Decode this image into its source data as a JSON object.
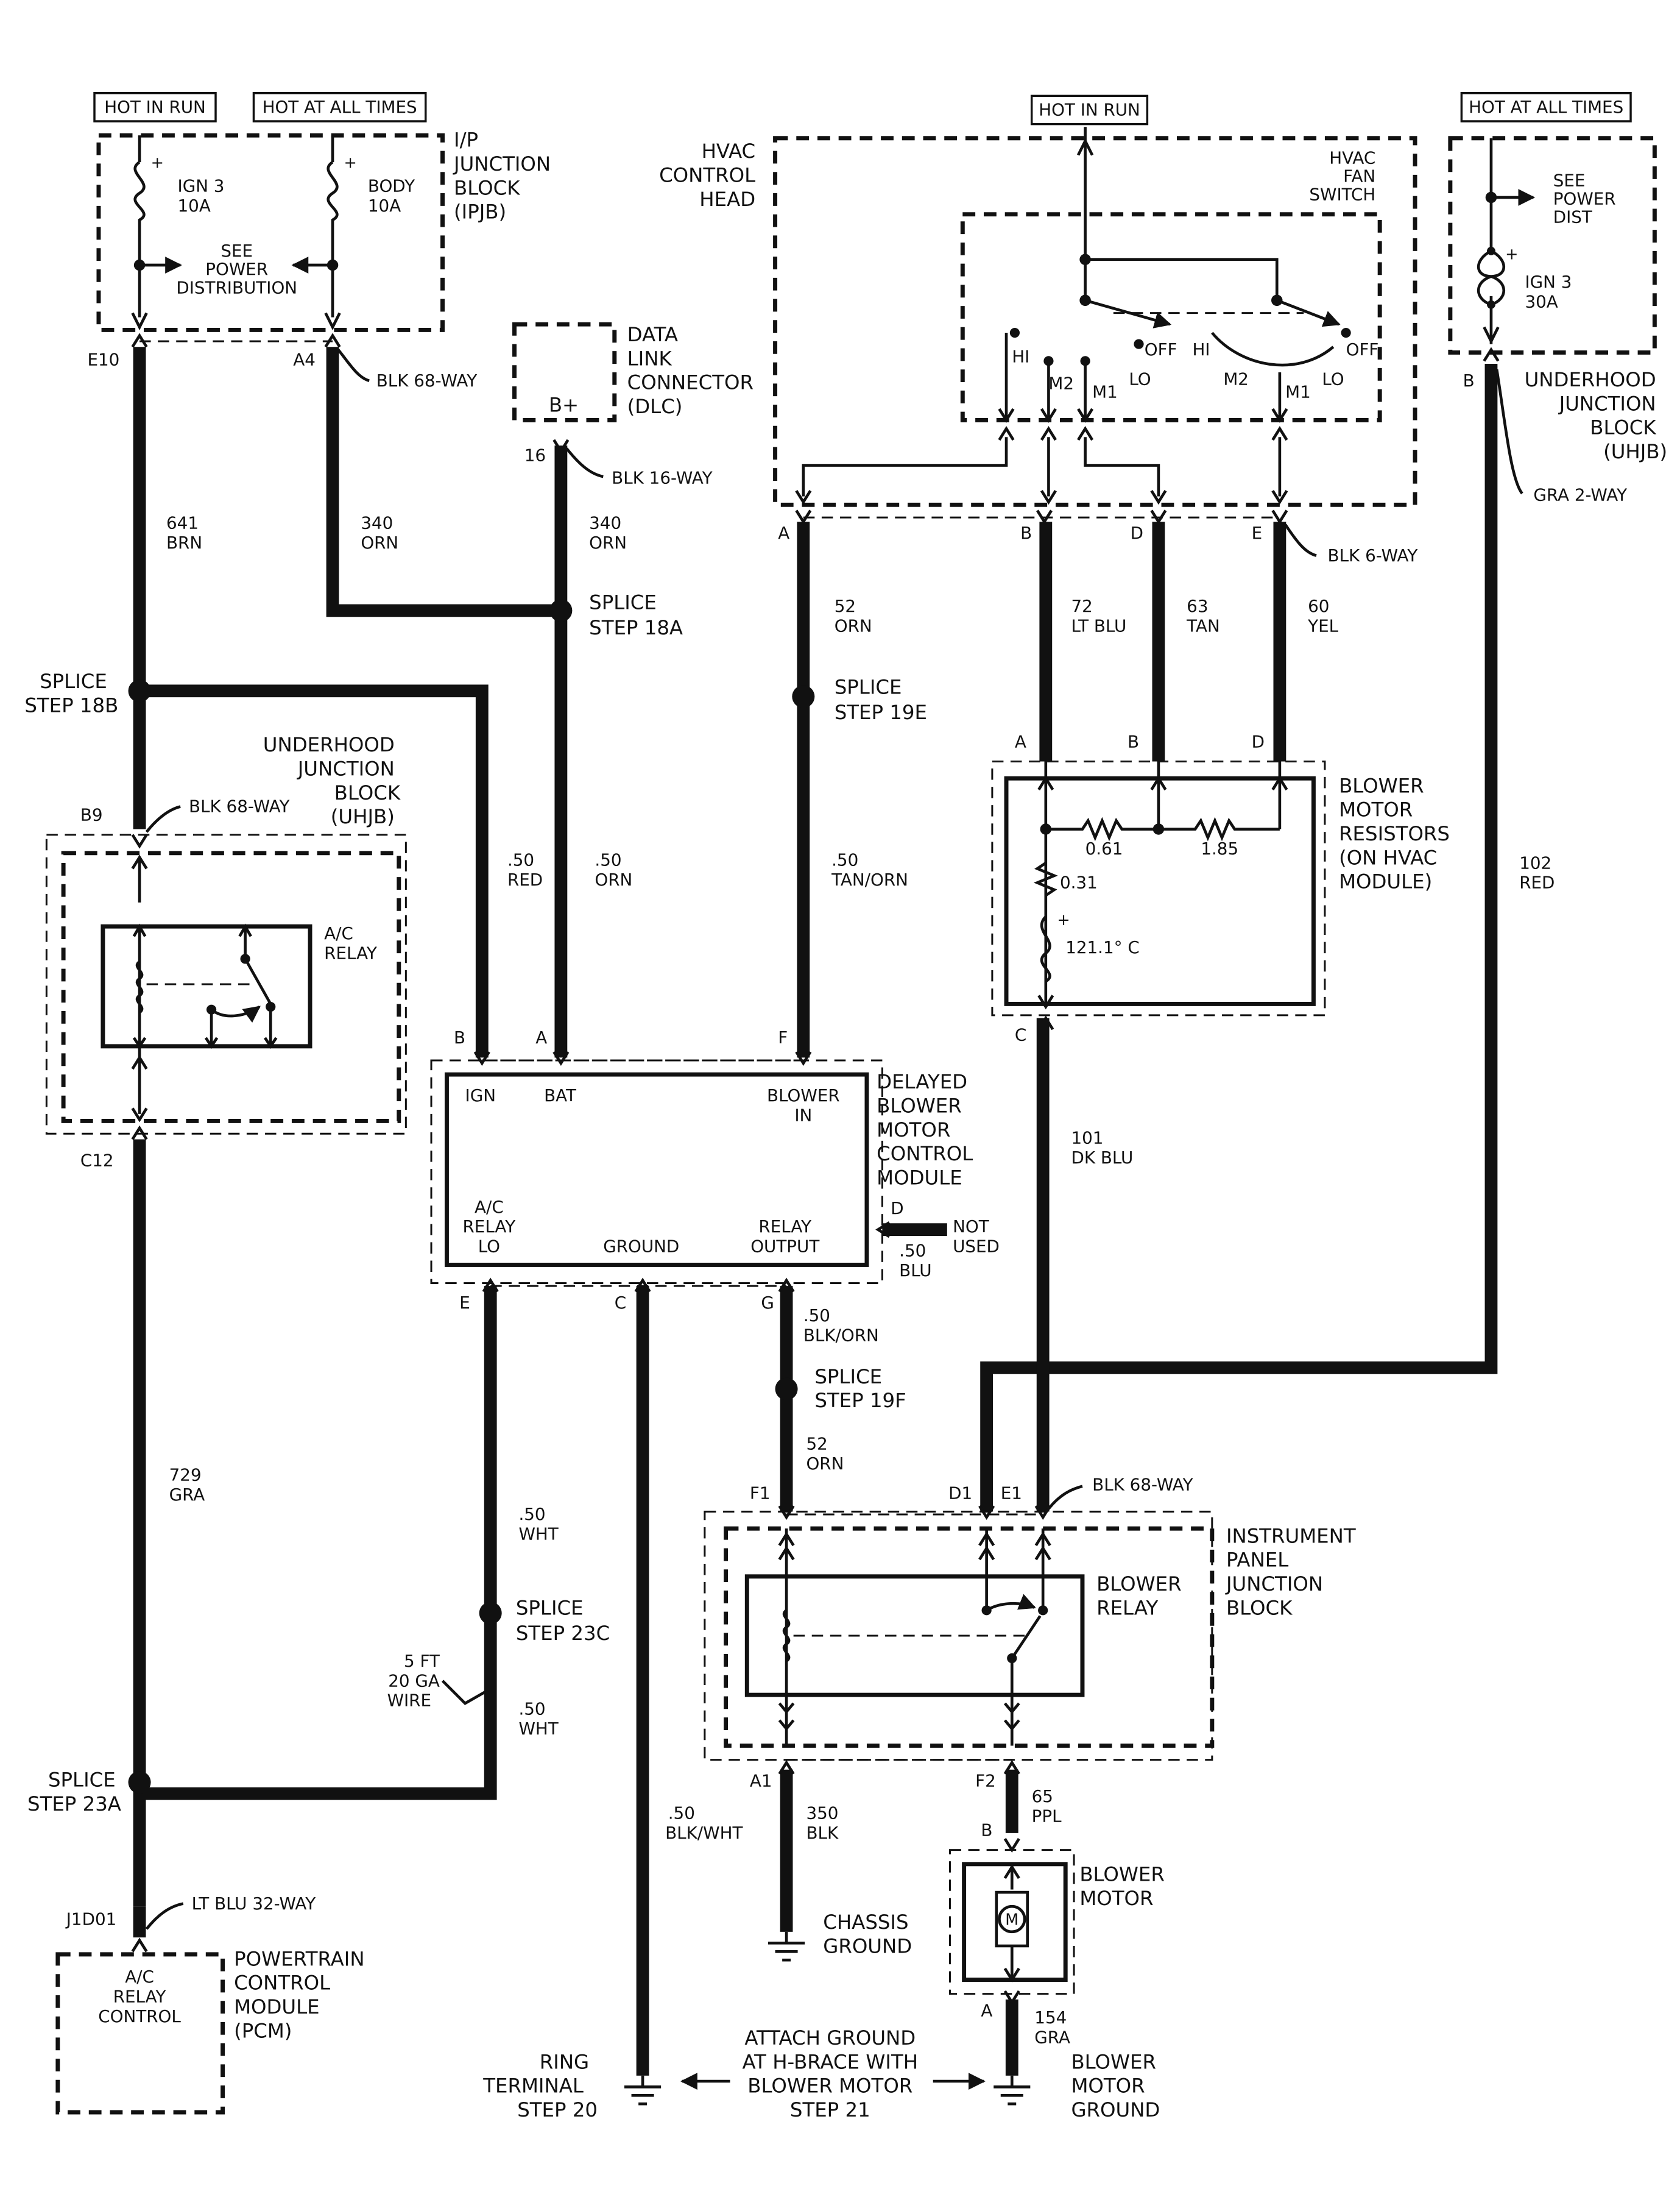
{
  "labels": {
    "hot_in_run_1": "HOT IN RUN",
    "hot_at_all_times_1": "HOT AT ALL TIMES",
    "hot_in_run_2": "HOT IN RUN",
    "hot_at_all_times_2": "HOT AT ALL TIMES",
    "ipjb_1": "I/P",
    "ipjb_2": "JUNCTION",
    "ipjb_3": "BLOCK",
    "ipjb_4": "(IPJB)",
    "ign3_name": "IGN 3",
    "ign3_amp": "10A",
    "body_name": "BODY",
    "body_amp": "10A",
    "see_pd_1": "SEE",
    "see_pd_2": "POWER",
    "see_pd_3": "DISTRIBUTION",
    "dlc_1": "DATA",
    "dlc_2": "LINK",
    "dlc_3": "CONNECTOR",
    "dlc_4": "(DLC)",
    "dlc_bplus": "B+",
    "hvac_head_1": "HVAC",
    "hvac_head_2": "CONTROL",
    "hvac_head_3": "HEAD",
    "fan_sw_1": "HVAC",
    "fan_sw_2": "FAN",
    "fan_sw_3": "SWITCH",
    "hi_1": "HI",
    "m2_1": "M2",
    "m1_1": "M1",
    "lo_1": "LO",
    "off_1": "OFF",
    "hi_2": "HI",
    "m2_2": "M2",
    "m1_2": "M1",
    "lo_2": "LO",
    "off_2": "OFF",
    "see_dist_1": "SEE",
    "see_dist_2": "POWER",
    "see_dist_3": "DIST",
    "ign3_30_name": "IGN 3",
    "ign3_30_amp": "30A",
    "uhjb_r_1": "UNDERHOOD",
    "uhjb_r_2": "JUNCTION",
    "uhjb_r_3": "BLOCK",
    "uhjb_r_4": "(UHJB)",
    "uhjb_l_1": "UNDERHOOD",
    "uhjb_l_2": "JUNCTION",
    "uhjb_l_3": "BLOCK",
    "uhjb_l_4": "(UHJB)",
    "ac_relay_1": "A/C",
    "ac_relay_2": "RELAY",
    "blk68_1": "BLK 68-WAY",
    "blk16": "BLK 16-WAY",
    "blk6": "BLK 6-WAY",
    "gra2": "GRA 2-WAY",
    "blk68_2": "BLK 68-WAY",
    "blk68_3": "BLK 68-WAY",
    "ltblu32": "LT BLU 32-WAY",
    "pin_e10": "E10",
    "pin_a4": "A4",
    "pin_16": "16",
    "pin_a_hv": "A",
    "pin_b_hv": "B",
    "pin_d_hv": "D",
    "pin_e_hv": "E",
    "pin_b_uh": "B",
    "pin_b9": "B9",
    "pin_c12": "C12",
    "pin_a_res": "A",
    "pin_b_res": "B",
    "pin_d_res": "D",
    "pin_c_res": "C",
    "pin_b_mod": "B",
    "pin_a_mod": "A",
    "pin_f_mod": "F",
    "pin_d_mod": "D",
    "pin_e_mod": "E",
    "pin_c_mod": "C",
    "pin_g_mod": "G",
    "pin_f1": "F1",
    "pin_d1": "D1",
    "pin_e1": "E1",
    "pin_a1": "A1",
    "pin_f2": "F2",
    "pin_b_mot": "B",
    "pin_a_mot": "A",
    "pin_j1d01": "J1D01",
    "w641_n": "641",
    "w641_c": "BRN",
    "w340a_n": "340",
    "w340a_c": "ORN",
    "w340b_n": "340",
    "w340b_c": "ORN",
    "w52a_n": "52",
    "w52a_c": "ORN",
    "w72_n": "72",
    "w72_c": "LT BLU",
    "w63_n": "63",
    "w63_c": "TAN",
    "w60_n": "60",
    "w60_c": "YEL",
    "w102_n": "102",
    "w102_c": "RED",
    "wred_n": ".50",
    "wred_c": "RED",
    "worn_n": ".50",
    "worn_c": "ORN",
    "wtan_n": ".50",
    "wtan_c": "TAN/ORN",
    "w101_n": "101",
    "w101_c": "DK BLU",
    "w729_n": "729",
    "w729_c": "GRA",
    "wwht1_n": ".50",
    "wwht1_c": "WHT",
    "wwht2_n": ".50",
    "wwht2_c": "WHT",
    "wblu_n": ".50",
    "wblu_c": "BLU",
    "wblkorn_n": ".50",
    "wblkorn_c": "BLK/ORN",
    "w52b_n": "52",
    "w52b_c": "ORN",
    "w350_n": "350",
    "w350_c": "BLK",
    "wblkwht_n": ".50",
    "wblkwht_c": "BLK/WHT",
    "w65_n": "65",
    "w65_c": "PPL",
    "w154_n": "154",
    "w154_c": "GRA",
    "sp18a_1": "SPLICE",
    "sp18a_2": "STEP 18A",
    "sp18b_1": "SPLICE",
    "sp18b_2": "STEP 18B",
    "sp19e_1": "SPLICE",
    "sp19e_2": "STEP 19E",
    "sp19f_1": "SPLICE",
    "sp19f_2": "STEP 19F",
    "sp23c_1": "SPLICE",
    "sp23c_2": "STEP 23C",
    "sp23a_1": "SPLICE",
    "sp23a_2": "STEP 23A",
    "ft_1": "5 FT",
    "ft_2": "20 GA",
    "ft_3": "WIRE",
    "res_061": "0.61",
    "res_185": "1.85",
    "res_031": "0.31",
    "thermal": "121.1° C",
    "bmr_1": "BLOWER",
    "bmr_2": "MOTOR",
    "bmr_3": "RESISTORS",
    "bmr_4": "(ON HVAC",
    "bmr_5": "MODULE)",
    "mod_ign": "IGN",
    "mod_bat": "BAT",
    "mod_blower_1": "BLOWER",
    "mod_blower_2": "IN",
    "mod_ac_1": "A/C",
    "mod_ac_2": "RELAY",
    "mod_ac_3": "LO",
    "mod_ground": "GROUND",
    "mod_relay_1": "RELAY",
    "mod_relay_2": "OUTPUT",
    "dbm_1": "DELAYED",
    "dbm_2": "BLOWER",
    "dbm_3": "MOTOR",
    "dbm_4": "CONTROL",
    "dbm_5": "MODULE",
    "not_used_1": "NOT",
    "not_used_2": "USED",
    "blower_relay_1": "BLOWER",
    "blower_relay_2": "RELAY",
    "ipjb2_1": "INSTRUMENT",
    "ipjb2_2": "PANEL",
    "ipjb2_3": "JUNCTION",
    "ipjb2_4": "BLOCK",
    "chassis_1": "CHASSIS",
    "chassis_2": "GROUND",
    "bmotor_1": "BLOWER",
    "bmotor_2": "MOTOR",
    "motor_m": "M",
    "pcm_box_1": "A/C",
    "pcm_box_2": "RELAY",
    "pcm_box_3": "CONTROL",
    "pcm_1": "POWERTRAIN",
    "pcm_2": "CONTROL",
    "pcm_3": "MODULE",
    "pcm_4": "(PCM)",
    "ring_1": "RING",
    "ring_2": "TERMINAL",
    "ring_3": "STEP 20",
    "attach_1": "ATTACH GROUND",
    "attach_2": "AT H-BRACE WITH",
    "attach_3": "BLOWER MOTOR",
    "attach_4": "STEP 21",
    "bmg_1": "BLOWER",
    "bmg_2": "MOTOR",
    "bmg_3": "GROUND"
  }
}
